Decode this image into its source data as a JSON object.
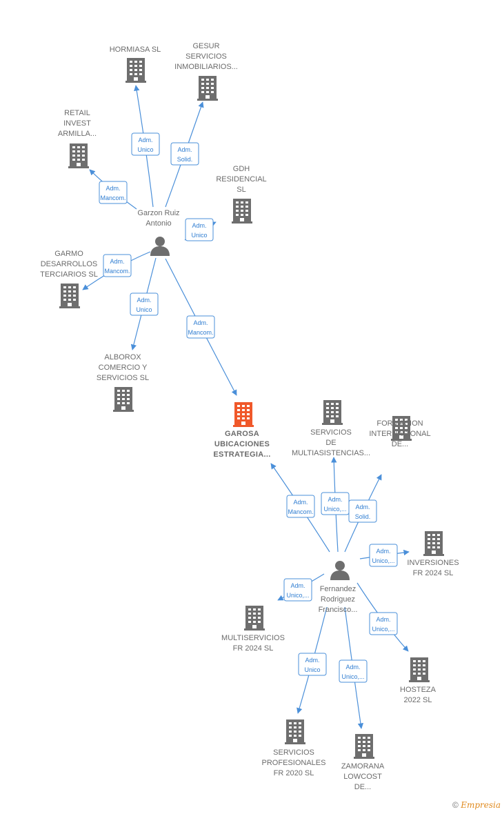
{
  "colors": {
    "building": "#6e6e6e",
    "building_main": "#f0582a",
    "edge": "#4a8fd9",
    "label": "#6b6b6b"
  },
  "persons": {
    "garzon": {
      "label": [
        "Garzon Ruiz",
        "Antonio"
      ]
    },
    "fernandez": {
      "label": [
        "Fernandez",
        "Rodriguez",
        "Francisco..."
      ]
    }
  },
  "companies": {
    "hormiasa": {
      "label": [
        "HORMIASA  SL"
      ]
    },
    "gesur": {
      "label": [
        "GESUR",
        "SERVICIOS",
        "INMOBILIARIOS..."
      ]
    },
    "retail": {
      "label": [
        "RETAIL",
        "INVEST",
        "ARMILLA..."
      ]
    },
    "gdh": {
      "label": [
        "GDH",
        "RESIDENCIAL",
        "SL"
      ]
    },
    "garmo": {
      "label": [
        "GARMO",
        "DESARROLLOS",
        "TERCIARIOS  SL"
      ]
    },
    "alborox": {
      "label": [
        "ALBOROX",
        "COMERCIO Y",
        "SERVICIOS  SL"
      ]
    },
    "garosa": {
      "label": [
        "GAROSA",
        "UBICACIONES",
        "ESTRATEGIA..."
      ],
      "main": true
    },
    "multiasistencias": {
      "label": [
        "SERVICIOS",
        "DE",
        "MULTIASISTENCIAS..."
      ]
    },
    "formacion": {
      "label": [
        "FORMACION",
        "INTERNACIONAL",
        "DE..."
      ]
    },
    "inversiones": {
      "label": [
        "INVERSIONES",
        "FR 2024  SL"
      ]
    },
    "multiservicios": {
      "label": [
        "MULTISERVICIOS",
        "FR 2024  SL"
      ]
    },
    "hosteza": {
      "label": [
        "HOSTEZA",
        "2022  SL"
      ]
    },
    "profesionales": {
      "label": [
        "SERVICIOS",
        "PROFESIONALES",
        "FR 2020  SL"
      ]
    },
    "zamorana": {
      "label": [
        "ZAMORANA",
        "LOWCOST",
        "DE..."
      ]
    }
  },
  "edges": [
    {
      "from": "garzon",
      "to": "hormiasa",
      "label": [
        "Adm.",
        "Unico"
      ]
    },
    {
      "from": "garzon",
      "to": "gesur",
      "label": [
        "Adm.",
        "Solid."
      ]
    },
    {
      "from": "garzon",
      "to": "retail",
      "label": [
        "Adm.",
        "Mancom."
      ]
    },
    {
      "from": "garzon",
      "to": "gdh",
      "label": [
        "Adm.",
        "Unico"
      ]
    },
    {
      "from": "garzon",
      "to": "garmo",
      "label": [
        "Adm.",
        "Mancom."
      ]
    },
    {
      "from": "garzon",
      "to": "alborox",
      "label": [
        "Adm.",
        "Unico"
      ]
    },
    {
      "from": "garzon",
      "to": "garosa",
      "label": [
        "Adm.",
        "Mancom."
      ]
    },
    {
      "from": "fernandez",
      "to": "garosa",
      "label": [
        "Adm.",
        "Mancom."
      ]
    },
    {
      "from": "fernandez",
      "to": "multiasistencias",
      "label": [
        "Adm.",
        "Unico,..."
      ]
    },
    {
      "from": "fernandez",
      "to": "formacion",
      "label": [
        "Adm.",
        "Solid."
      ]
    },
    {
      "from": "fernandez",
      "to": "inversiones",
      "label": [
        "Adm.",
        "Unico,..."
      ]
    },
    {
      "from": "fernandez",
      "to": "multiservicios",
      "label": [
        "Adm.",
        "Unico,..."
      ]
    },
    {
      "from": "fernandez",
      "to": "hosteza",
      "label": [
        "Adm.",
        "Unico,..."
      ]
    },
    {
      "from": "fernandez",
      "to": "profesionales",
      "label": [
        "Adm.",
        "Unico"
      ]
    },
    {
      "from": "fernandez",
      "to": "zamorana",
      "label": [
        "Adm.",
        "Unico,..."
      ]
    }
  ],
  "footer": {
    "copyright": "©",
    "brand": "Empresia"
  }
}
